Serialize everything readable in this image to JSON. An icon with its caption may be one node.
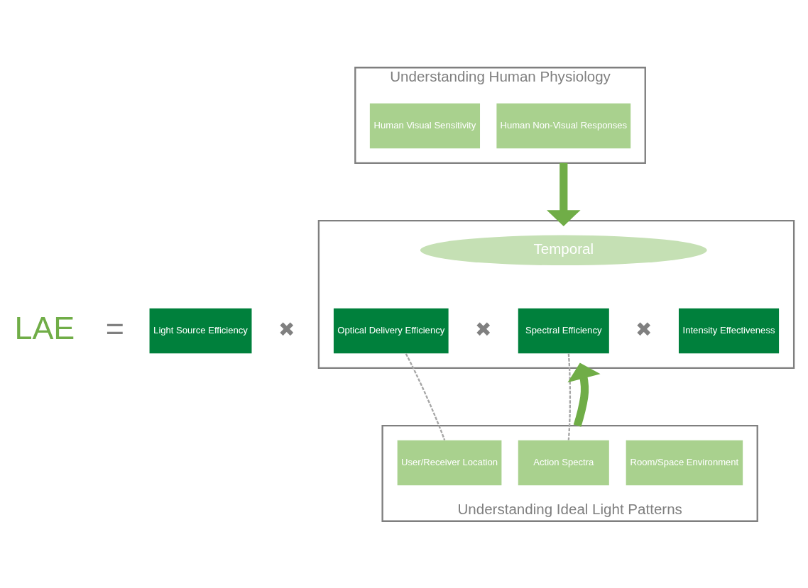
{
  "diagram": {
    "nodes": [
      {
        "text": [
          "Understanding Human Physiology"
        ]
      },
      {
        "text": [
          "Human Visual Sensitivity"
        ],
        "in": 0
      },
      {
        "text": [
          "Human Non-Visual Responses"
        ],
        "in": 0
      },
      {
        "text": [],
        "shape": "box"
      },
      {
        "text": [
          "Temporal"
        ],
        "in": 3
      },
      {
        "text": [
          "Light Source Efficiency"
        ]
      },
      {
        "text": [
          "Optical Delivery Efficiency"
        ],
        "in": 3
      },
      {
        "text": [
          "Spectral Efficiency"
        ],
        "in": 3
      },
      {
        "text": [
          "Intensity Effectiveness"
        ],
        "in": 3
      },
      {
        "text": [
          "Understanding Ideal Light Patterns"
        ]
      },
      {
        "text": [
          "User/Receiver Location"
        ],
        "in": 9
      },
      {
        "text": [
          "Action Spectra"
        ],
        "in": 9
      },
      {
        "text": [
          "Room/Space Environment"
        ],
        "in": 9
      }
    ],
    "edges": [
      {
        "from": 0,
        "to": 3,
        "arrow": "to",
        "style": "thick",
        "color": "#70ad47"
      },
      {
        "from": 9,
        "to": 3,
        "arrow": "to",
        "style": "thick",
        "color": "#70ad47"
      },
      {
        "from": 6,
        "to": 10,
        "arrow": "none",
        "style": "dashed",
        "color": "#a6a6a6"
      },
      {
        "from": 7,
        "to": 11,
        "arrow": "none",
        "style": "dashed",
        "color": "#a6a6a6"
      }
    ],
    "labels": [
      "LAE",
      "=",
      "✖",
      "✖",
      "✖"
    ]
  }
}
